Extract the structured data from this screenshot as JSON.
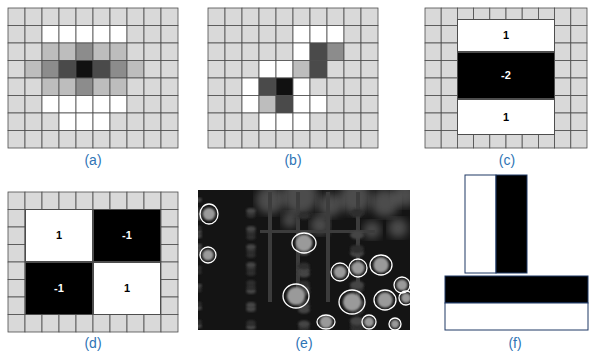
{
  "diagram": {
    "nodes": [
      {
        "text": [
          "1"
        ]
      },
      {
        "text": [
          "-2"
        ]
      },
      {
        "text": [
          "1"
        ]
      },
      {
        "text": [
          "1"
        ]
      },
      {
        "text": [
          "-1"
        ]
      },
      {
        "text": [
          "-1"
        ]
      },
      {
        "text": [
          "1"
        ]
      }
    ],
    "labels": [
      "(a)",
      "(b)",
      "(c)",
      "(d)",
      "(e)",
      "(f)"
    ]
  }
}
